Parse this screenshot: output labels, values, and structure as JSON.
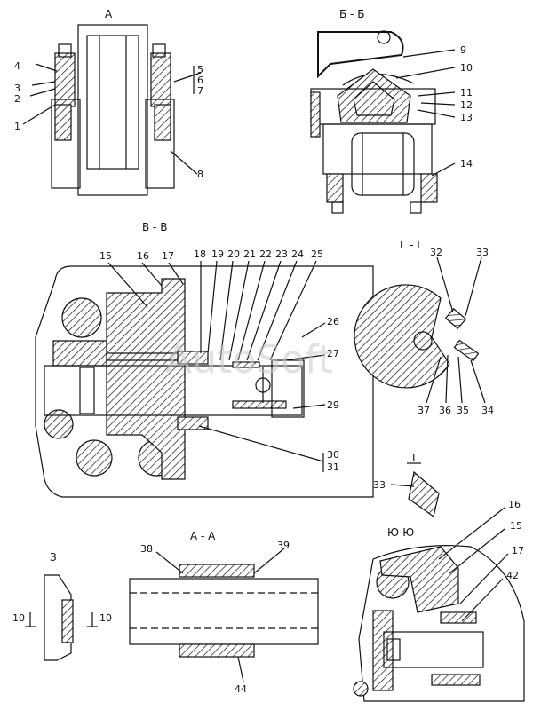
{
  "views": {
    "A": "А",
    "BB": "Б - Б",
    "VV": "В - В",
    "GG": "Г - Г",
    "I": "I",
    "Z": "З",
    "AA": "А - А",
    "YuYu": "Ю-Ю"
  },
  "section_marks": {
    "left": "10",
    "right": "10"
  },
  "watermark": "AutoSoft",
  "callouts": [
    "1",
    "2",
    "3",
    "4",
    "5",
    "6",
    "7",
    "8",
    "9",
    "10",
    "11",
    "12",
    "13",
    "14",
    "15",
    "16",
    "17",
    "18",
    "19",
    "20",
    "21",
    "22",
    "23",
    "24",
    "25",
    "26",
    "27",
    "29",
    "30",
    "31",
    "32",
    "33",
    "34",
    "35",
    "36",
    "37",
    "38",
    "39",
    "42",
    "44"
  ]
}
